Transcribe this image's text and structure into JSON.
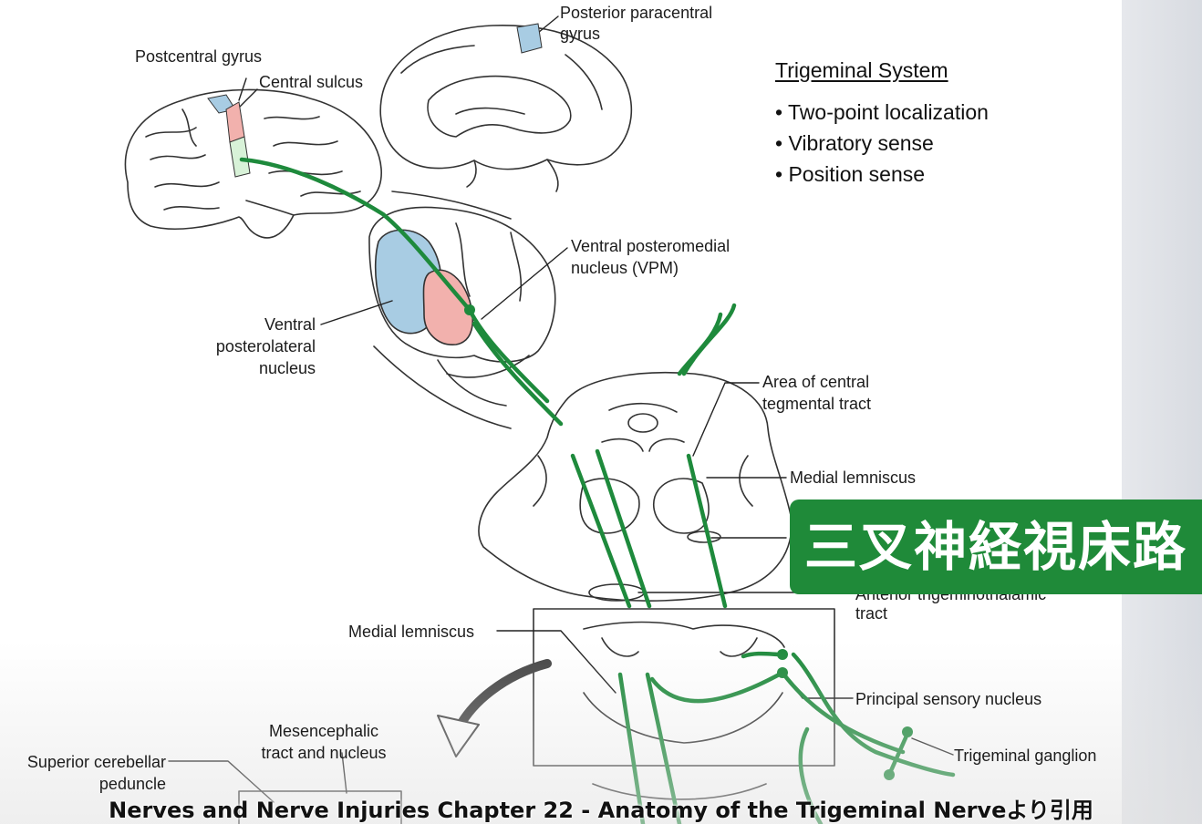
{
  "labels": {
    "postcentral_gyrus": "Postcentral gyrus",
    "central_sulcus": "Central sulcus",
    "posterior_paracentral_1": "Posterior paracentral",
    "posterior_paracentral_2": "gyrus",
    "vpm_1": "Ventral posteromedial",
    "vpm_2": "nucleus (VPM)",
    "vpl_1": "Ventral",
    "vpl_2": "posterolateral",
    "vpl_3": "nucleus",
    "central_tegmental_1": "Area of central",
    "central_tegmental_2": "tegmental tract",
    "medial_lemniscus_upper": "Medial lemniscus",
    "anterior_trigeminothalamic_1": "Anterior trigeminothalamic",
    "anterior_trigeminothalamic_2": "tract",
    "medial_lemniscus_lower": "Medial lemniscus",
    "principal_sensory": "Principal sensory nucleus",
    "mesencephalic_1": "Mesencephalic",
    "mesencephalic_2": "tract and nucleus",
    "superior_cerebellar_1": "Superior cerebellar",
    "superior_cerebellar_2": "peduncle",
    "trigeminal_ganglion": "Trigeminal ganglion"
  },
  "trigeminal_system": {
    "title": "Trigeminal System",
    "items": [
      "Two-point localization",
      "Vibratory sense",
      "Position sense"
    ]
  },
  "banner": "三叉神経視床路",
  "caption": "Nerves and Nerve Injuries Chapter 22 - Anatomy of the Trigeminal Nerveより引用",
  "colors": {
    "pathway_green": "#1e8a3c",
    "banner_green": "#1f8a39",
    "vpl_blue": "#a8cce3",
    "vpm_pink": "#f2b1ad",
    "gyrus_green_tint": "#d8f2d8"
  }
}
